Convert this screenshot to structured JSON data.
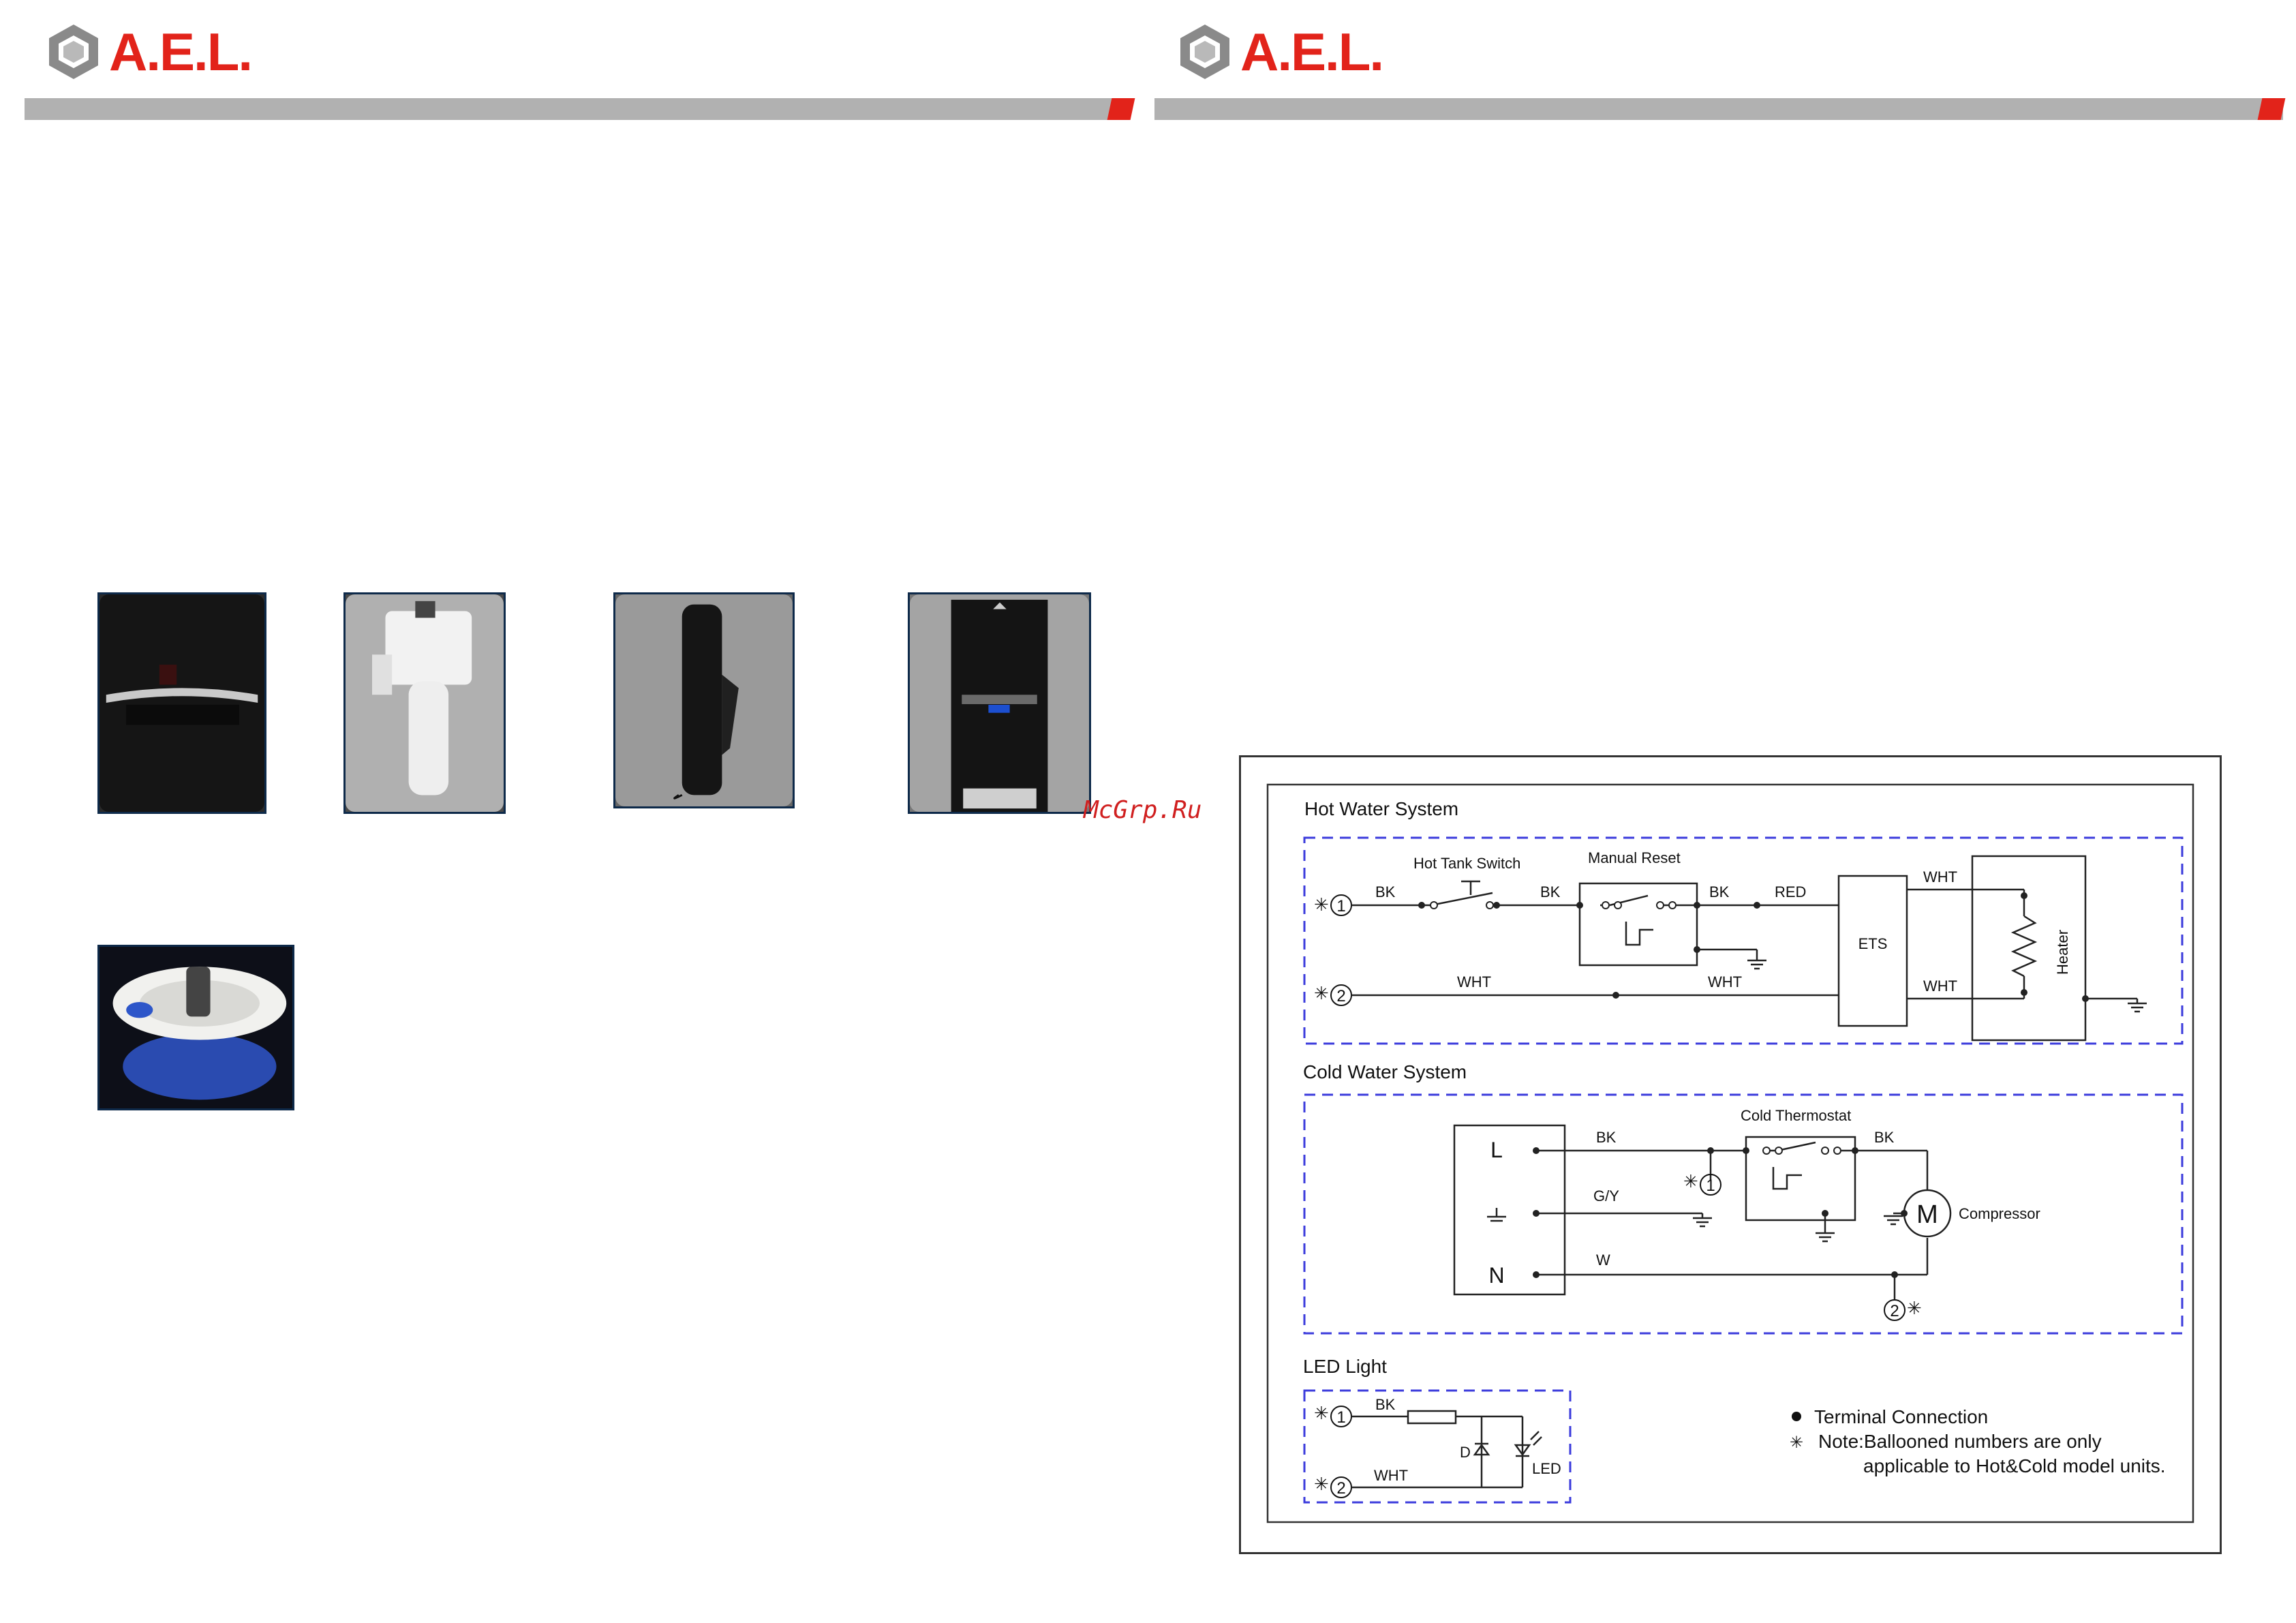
{
  "brand": {
    "logo_text": "A.E.L."
  },
  "watermark": "McGrp.Ru",
  "diagram": {
    "hot": {
      "title": "Hot Water System",
      "hot_tank_switch": "Hot Tank Switch",
      "manual_reset": "Manual Reset",
      "ets": "ETS",
      "heater": "Heater",
      "wire_bk": "BK",
      "wire_red": "RED",
      "wire_wht": "WHT"
    },
    "cold": {
      "title": "Cold Water System",
      "cold_thermostat": "Cold Thermostat",
      "terminal_l": "L",
      "terminal_n": "N",
      "wire_bk": "BK",
      "wire_gy": "G/Y",
      "wire_w": "W",
      "motor": "M",
      "compressor": "Compressor"
    },
    "led": {
      "title": "LED Light",
      "wire_bk": "BK",
      "wire_wht": "WHT",
      "diode": "D",
      "led_label": "LED"
    },
    "balloon_1": "1",
    "balloon_2": "2",
    "asterisk": "✳",
    "legend": {
      "terminal": "Terminal Connection",
      "note_line1": "Note:Ballooned numbers are only",
      "note_line2": "applicable to Hot&Cold model units."
    }
  },
  "colors": {
    "brand_red": "#e2231a",
    "bar_gray": "#b1b1b1",
    "dash_blue": "#3b3bdc"
  }
}
